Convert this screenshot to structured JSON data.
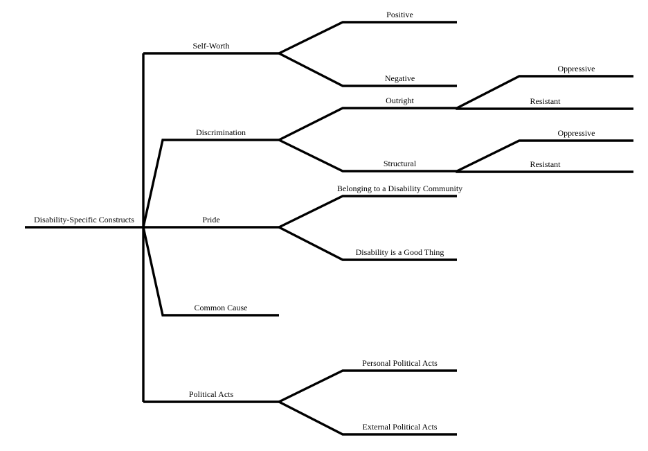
{
  "diagram": {
    "type": "tree",
    "line_color": "#000000",
    "root": {
      "id": "root",
      "label": "Disability-Specific Constructs"
    },
    "nodes": [
      {
        "id": "self-worth",
        "label": "Self-Worth",
        "parent": "root"
      },
      {
        "id": "positive",
        "label": "Positive",
        "parent": "self-worth"
      },
      {
        "id": "negative",
        "label": "Negative",
        "parent": "self-worth"
      },
      {
        "id": "discrimination",
        "label": "Discrimination",
        "parent": "root"
      },
      {
        "id": "outright",
        "label": "Outright",
        "parent": "discrimination"
      },
      {
        "id": "outright-oppressive",
        "label": "Oppressive",
        "parent": "outright"
      },
      {
        "id": "outright-resistant",
        "label": "Resistant",
        "parent": "outright"
      },
      {
        "id": "structural",
        "label": "Structural",
        "parent": "discrimination"
      },
      {
        "id": "structural-oppressive",
        "label": "Oppressive",
        "parent": "structural"
      },
      {
        "id": "structural-resistant",
        "label": "Resistant",
        "parent": "structural"
      },
      {
        "id": "pride",
        "label": "Pride",
        "parent": "root"
      },
      {
        "id": "belonging",
        "label": "Belonging to a Disability Community",
        "parent": "pride"
      },
      {
        "id": "good-thing",
        "label": "Disability is a Good Thing",
        "parent": "pride"
      },
      {
        "id": "common-cause",
        "label": "Common Cause",
        "parent": "root"
      },
      {
        "id": "political-acts",
        "label": "Political Acts",
        "parent": "root"
      },
      {
        "id": "personal-political",
        "label": "Personal Political Acts",
        "parent": "political-acts"
      },
      {
        "id": "external-political",
        "label": "External Political Acts",
        "parent": "political-acts"
      }
    ]
  }
}
